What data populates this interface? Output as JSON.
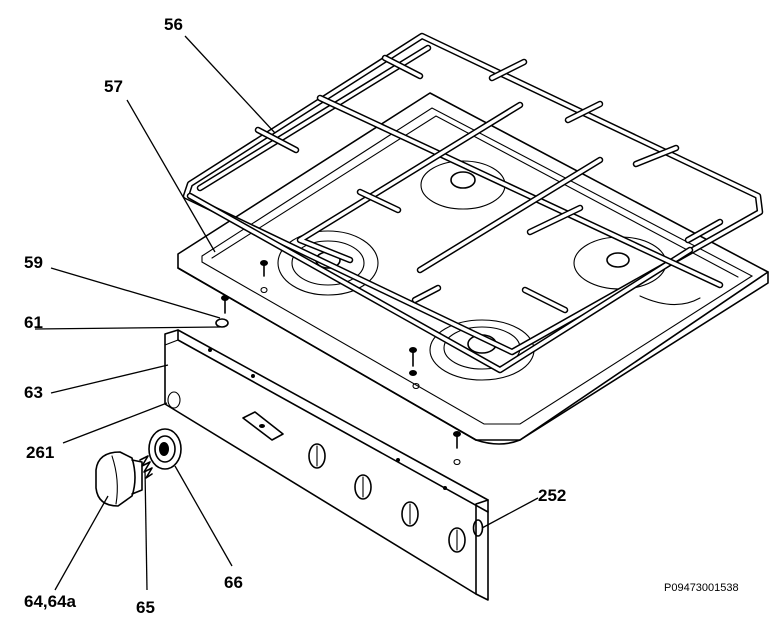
{
  "diagram": {
    "labels": {
      "l56": "56",
      "l57": "57",
      "l59": "59",
      "l61": "61",
      "l63": "63",
      "l261": "261",
      "l252": "252",
      "l64": "64,64a",
      "l65": "65",
      "l66": "66"
    },
    "reference_code": "P09473001538"
  }
}
